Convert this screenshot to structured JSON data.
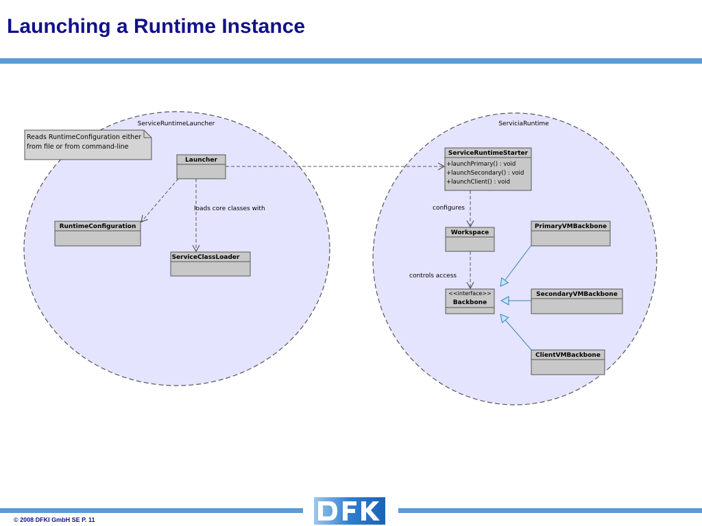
{
  "slide": {
    "title": "Launching a Runtime Instance",
    "footer": "© 2008 DFKI GmbH SE  P. 11"
  },
  "colors": {
    "title": "#12128a",
    "accent_bar": "#5b9bd5",
    "package_fill": "#e4e4ff",
    "class_fill": "#c8c8c8",
    "note_fill": "#d4d4d4",
    "logo_blue": "#2f7fd0"
  },
  "logo": {
    "name": "DFKI logo"
  },
  "diagram": {
    "packages": {
      "launcher": "ServiceRuntimeLauncher",
      "runtime": "ServiciaRuntime"
    },
    "note": {
      "line1": "Reads RuntimeConfiguration either",
      "line2": "from file or from command-line"
    },
    "classes": {
      "launcher": "Launcher",
      "runtime_configuration": "RuntimeConfiguration",
      "service_class_loader": "ServiceClassLoader",
      "service_runtime_starter": "ServiceRuntimeStarter",
      "workspace": "Workspace",
      "backbone_stereotype": "<<interface>>",
      "backbone": "Backbone",
      "primary_vm_backbone": "PrimaryVMBackbone",
      "secondary_vm_backbone": "SecondaryVMBackbone",
      "client_vm_backbone": "ClientVMBackbone"
    },
    "operations": {
      "launch_primary": "+launchPrimary() : void",
      "launch_secondary": "+launchSecondary() : void",
      "launch_client": "+launchClient() : void"
    },
    "labels": {
      "loads": "loads core classes with",
      "configures": "configures",
      "controls": "controls access"
    }
  }
}
